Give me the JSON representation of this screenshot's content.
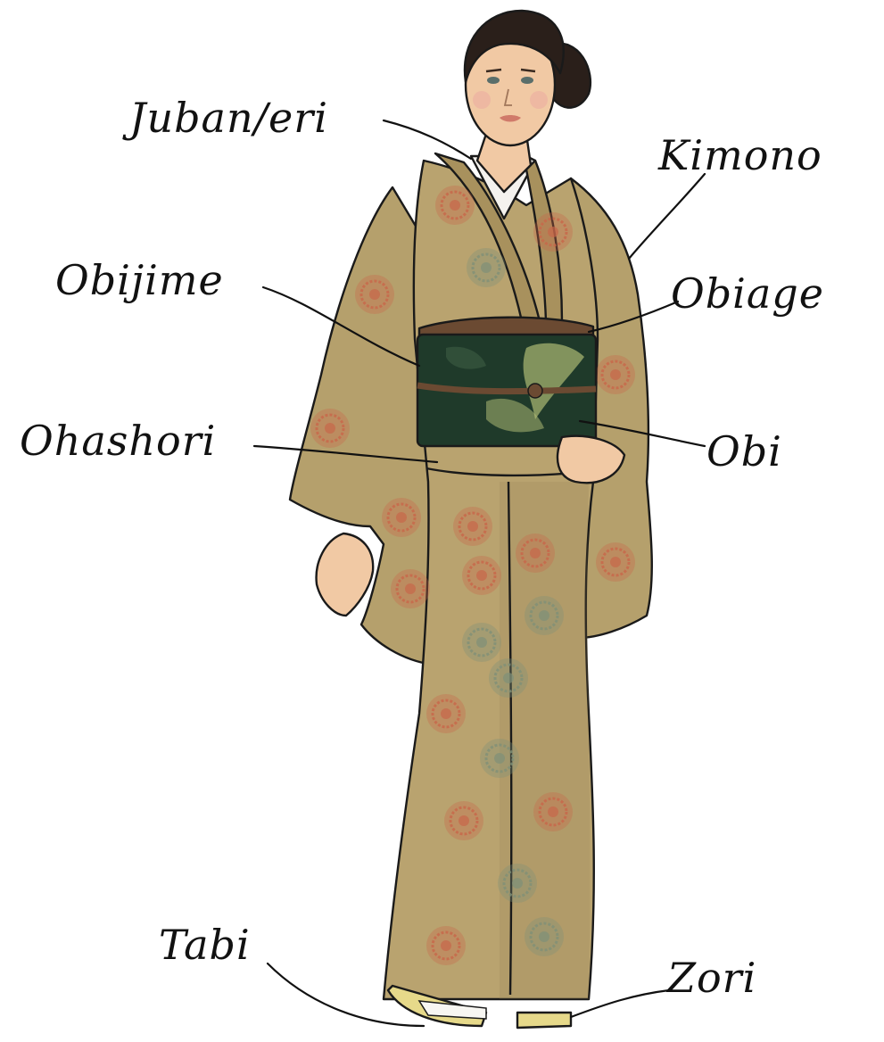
{
  "labels": {
    "juban_eri": "Juban/eri",
    "kimono": "Kimono",
    "obijime": "Obijime",
    "obiage": "Obiage",
    "ohashori": "Ohashori",
    "obi": "Obi",
    "tabi": "Tabi",
    "zori": "Zori"
  },
  "colors": {
    "fabric": "#b7a06b",
    "fabric_dark": "#8f7a4c",
    "flower_red": "#c8664a",
    "flower_green": "#7f9077",
    "obi_green": "#1f3a2a",
    "obi_pattern": "#b9c37a",
    "cord_brown": "#6b4a32",
    "skin": "#f1c9a4",
    "hair": "#2a1f1a",
    "zori_yellow": "#e6d98a"
  },
  "icons": [
    "kimono-figure-illustration"
  ]
}
